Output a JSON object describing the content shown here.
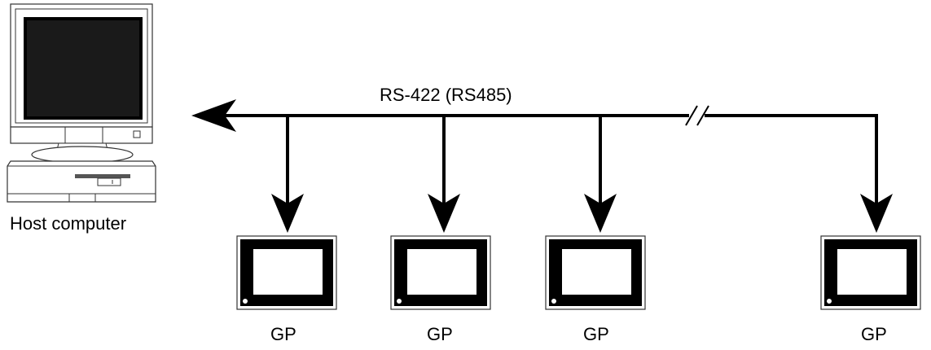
{
  "diagram": {
    "bus_label": "RS-422 (RS485)",
    "host_label": "Host computer",
    "devices": [
      {
        "label": "GP"
      },
      {
        "label": "GP"
      },
      {
        "label": "GP"
      },
      {
        "label": "GP"
      }
    ],
    "colors": {
      "line": "#000000",
      "screen": "#000000",
      "background": "#ffffff",
      "outline": "#333333"
    }
  }
}
